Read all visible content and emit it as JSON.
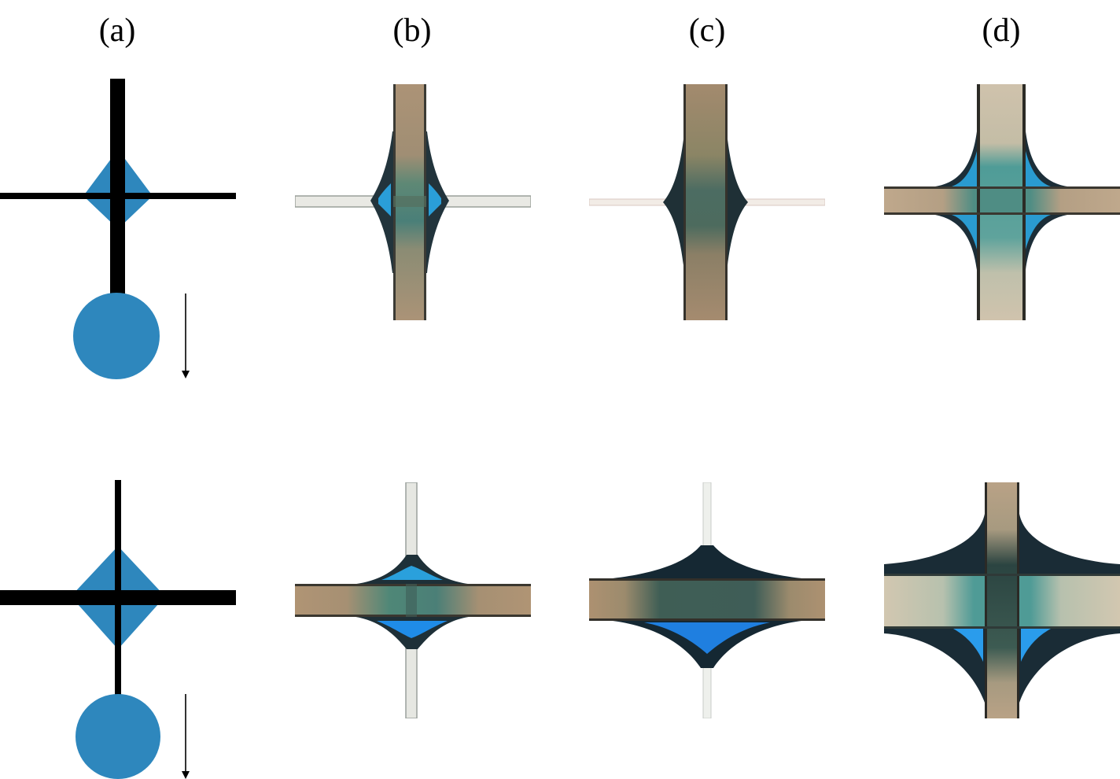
{
  "labels": {
    "a": "(a)",
    "b": "(b)",
    "c": "(c)",
    "d": "(d)"
  },
  "colors": {
    "schematic_blue": "#2e87bd",
    "line_black": "#000000",
    "fiber_tan": "#ad9478",
    "fiber_dark": "#2f4a4e",
    "droplet_teal": "#4a8e8a",
    "droplet_bright_blue": "#1f7ee0",
    "meniscus_dark": "#0f1e29",
    "light_fiber": "#e6e7e2"
  }
}
